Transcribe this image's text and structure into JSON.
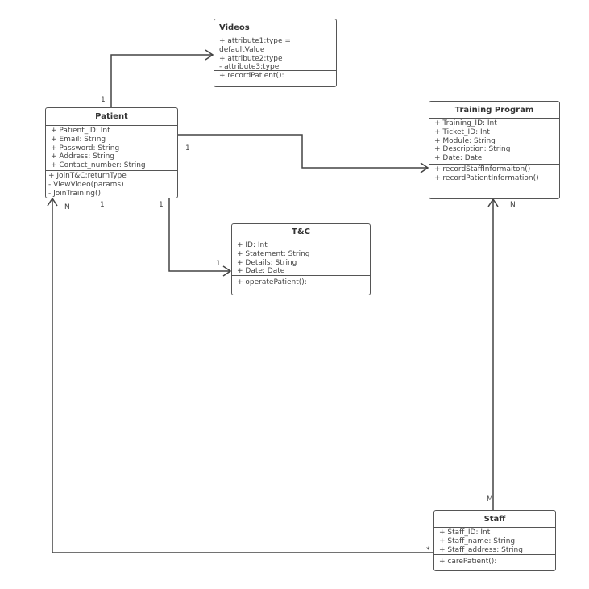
{
  "classes": {
    "videos": {
      "name": "Videos",
      "attributes": [
        "+ attribute1:type =",
        "defaultValue",
        "+ attribute2:type",
        "- attribute3:type"
      ],
      "methods": [
        "+ recordPatient():"
      ]
    },
    "patient": {
      "name": "Patient",
      "attributes": [
        "+ Patient_ID: Int",
        "+ Email: String",
        "+ Password: String",
        "+ Address: String",
        "+ Contact_number: String"
      ],
      "methods": [
        "+ JoinT&C:returnType",
        "- ViewVideo(params)",
        "- JoinTraining()"
      ]
    },
    "training": {
      "name": "Training Program",
      "attributes": [
        "+ Training_ID: Int",
        "+ Ticket_ID: Int",
        "+ Module: String",
        "+ Description: String",
        "+ Date: Date"
      ],
      "methods": [
        "+ recordStaffInformaiton()",
        "+ recordPatientInformation()"
      ]
    },
    "tc": {
      "name": "T&C",
      "attributes": [
        "+ ID: Int",
        "+ Statement: String",
        "+ Details: String",
        "+ Date: Date"
      ],
      "methods": [
        "+ operatePatient():"
      ]
    },
    "staff": {
      "name": "Staff",
      "attributes": [
        "+ Staff_ID: Int",
        "+ Staff_name: String",
        "+ Staff_address: String"
      ],
      "methods": [
        "+ carePatient():"
      ]
    }
  },
  "multiplicities": {
    "patient_videos": "1",
    "patient_training": "1",
    "patient_bottom_a": "1",
    "patient_bottom_b": "1",
    "tc_end": "1",
    "training_staff_n": "N",
    "staff_training_m": "M",
    "patient_staff_n": "N",
    "staff_patient_star": "*"
  }
}
